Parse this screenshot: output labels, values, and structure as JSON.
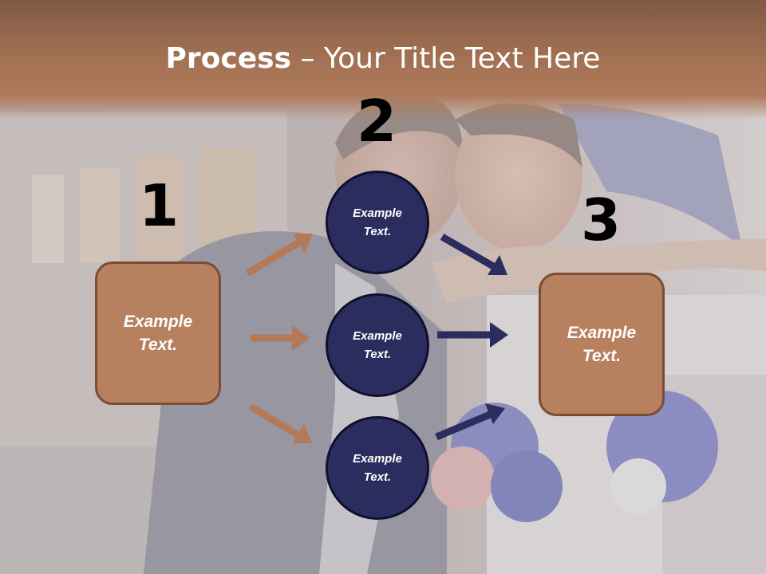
{
  "slide": {
    "title_bold": "Process",
    "title_rest": " – Your Title Text Here"
  },
  "steps": [
    {
      "number": "1",
      "box_text": "Example Text."
    },
    {
      "number": "2",
      "circles": [
        "Example Text.",
        "Example Text.",
        "Example Text."
      ]
    },
    {
      "number": "3",
      "box_text": "Example Text."
    }
  ],
  "colors": {
    "title_bar": "#a06f52",
    "box_fill": "#b7805e",
    "circle_fill": "#2b2d5e",
    "arrow_brown": "#b47a58",
    "arrow_navy": "#2b2d5e"
  },
  "background": {
    "type": "photo",
    "subject": "couple-photo"
  }
}
